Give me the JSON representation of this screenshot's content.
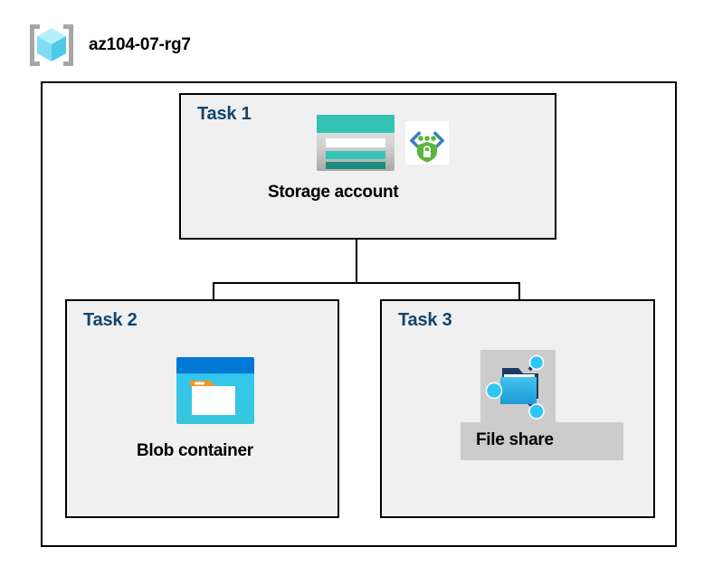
{
  "header": {
    "icon": "resource-group-cube-icon",
    "title": "az104-07-rg7"
  },
  "diagram": {
    "type": "azure-architecture",
    "container_label": "az104-07-rg7",
    "tasks": [
      {
        "id": "task1",
        "label": "Task 1",
        "node_label": "Storage account",
        "icons": [
          "storage-account-icon",
          "secure-endpoint-icon"
        ]
      },
      {
        "id": "task2",
        "label": "Task 2",
        "node_label": "Blob container",
        "icons": [
          "blob-container-icon"
        ]
      },
      {
        "id": "task3",
        "label": "Task 3",
        "node_label": "File share",
        "icons": [
          "file-share-icon"
        ],
        "highlighted": true
      }
    ],
    "connections": [
      {
        "from": "Storage account",
        "to": "Blob container"
      },
      {
        "from": "Storage account",
        "to": "File share"
      }
    ]
  },
  "colors": {
    "task_label": "#11456E",
    "box_fill": "#f0f0f0",
    "box_border": "#000000",
    "page_background": "#ffffff",
    "highlight": "#cccccc",
    "storage_teal": "#32c3b4",
    "storage_teal_dark": "#1f8a7f",
    "blob_blue": "#0078d4",
    "blob_cyan": "#32c5f4",
    "blob_orange": "#f7921e",
    "shield_green": "#5bb53c",
    "chevron_blue": "#3a7fc4",
    "cube_cyan": "#7fe3f5",
    "bracket_gray": "#a6a6a6"
  }
}
